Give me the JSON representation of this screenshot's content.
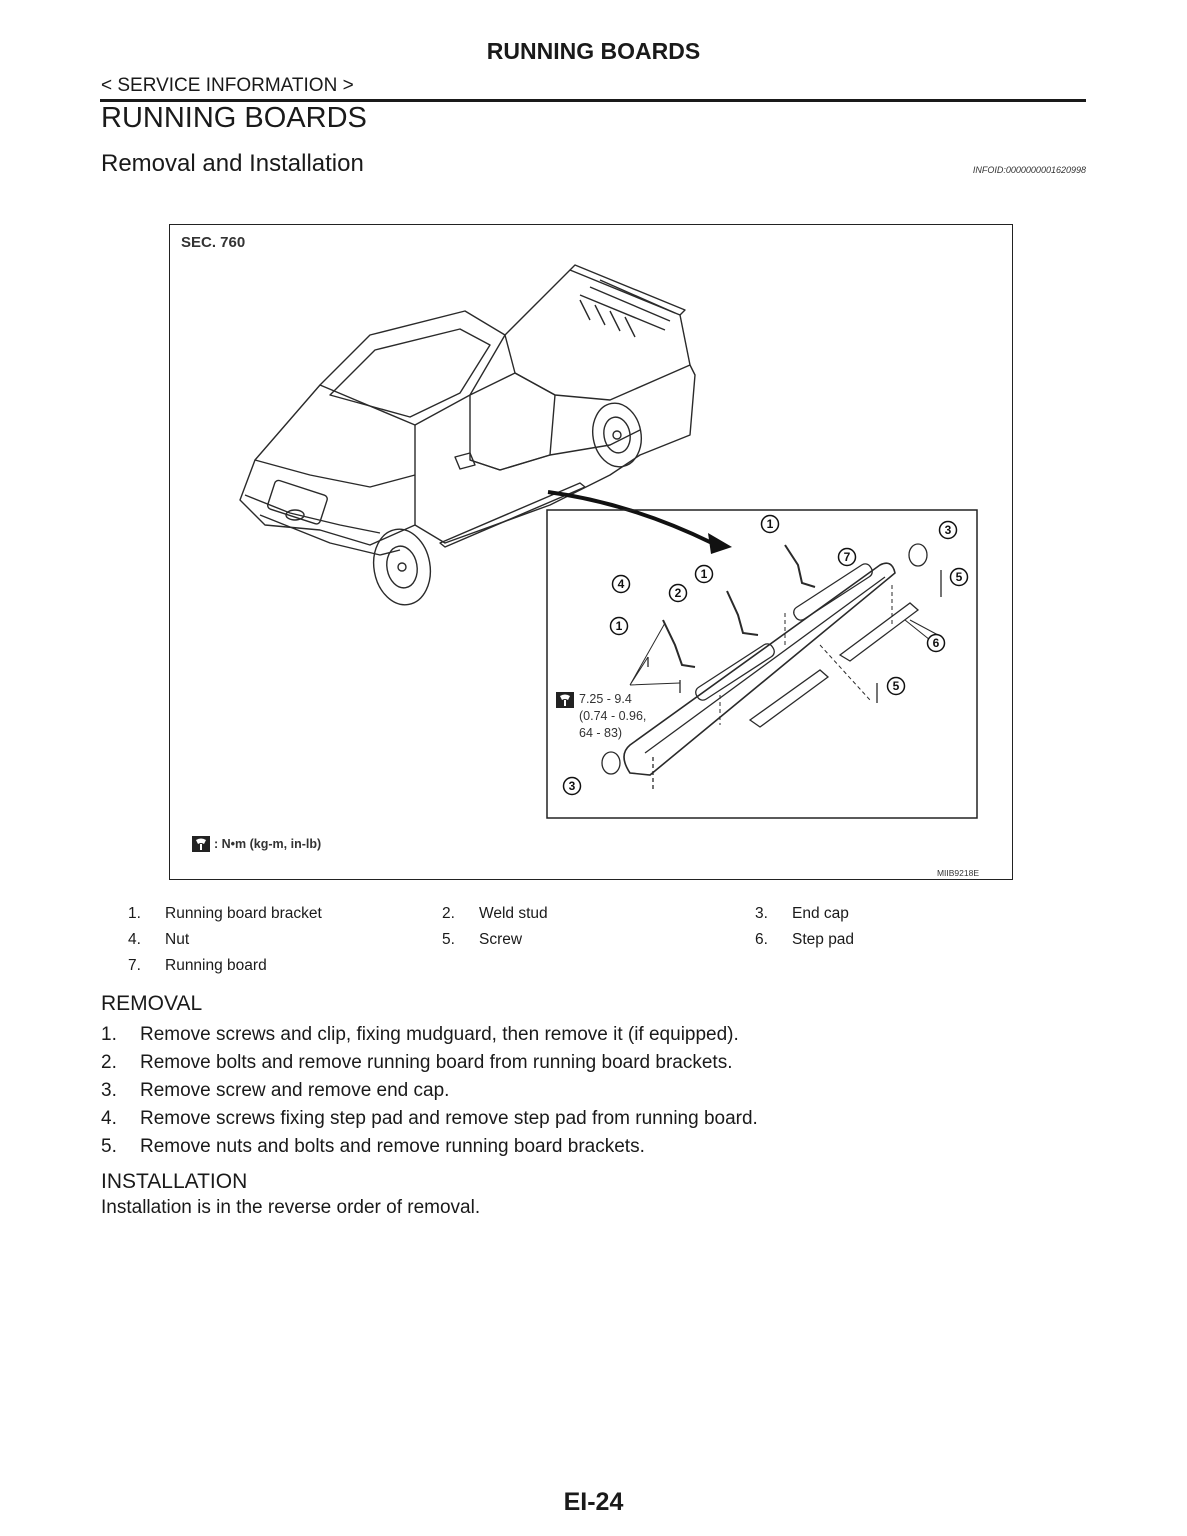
{
  "header": {
    "title": "RUNNING BOARDS",
    "breadcrumb": "< SERVICE INFORMATION >"
  },
  "section": {
    "title": "RUNNING BOARDS",
    "subtitle": "Removal and Installation",
    "info_id": "INFOID:0000000001620998"
  },
  "figure": {
    "section_label": "SEC. 760",
    "callouts": [
      "1",
      "1",
      "1",
      "2",
      "3",
      "3",
      "4",
      "5",
      "5",
      "6",
      "7"
    ],
    "torque_spec": [
      "7.25 - 9.4",
      "(0.74 - 0.96,",
      "64 - 83)"
    ],
    "unit_legend": ": N•m (kg-m, in-lb)",
    "figure_id": "MIIB9218E",
    "icons": [
      "torque-wrench-icon"
    ]
  },
  "legend": [
    {
      "num": "1.",
      "label": "Running board bracket"
    },
    {
      "num": "2.",
      "label": "Weld stud"
    },
    {
      "num": "3.",
      "label": "End cap"
    },
    {
      "num": "4.",
      "label": "Nut"
    },
    {
      "num": "5.",
      "label": "Screw"
    },
    {
      "num": "6.",
      "label": "Step pad"
    },
    {
      "num": "7.",
      "label": "Running board"
    }
  ],
  "removal": {
    "heading": "REMOVAL",
    "steps": [
      {
        "num": "1.",
        "text": "Remove screws and clip, fixing mudguard, then remove it (if equipped)."
      },
      {
        "num": "2.",
        "text": "Remove bolts and remove running board from running board brackets."
      },
      {
        "num": "3.",
        "text": "Remove screw and remove end cap."
      },
      {
        "num": "4.",
        "text": "Remove screws fixing step pad and remove step pad from running board."
      },
      {
        "num": "5.",
        "text": "Remove nuts and bolts and remove running board brackets."
      }
    ]
  },
  "installation": {
    "heading": "INSTALLATION",
    "text": "Installation is in the reverse order of removal."
  },
  "footer": {
    "page_number": "EI-24"
  }
}
